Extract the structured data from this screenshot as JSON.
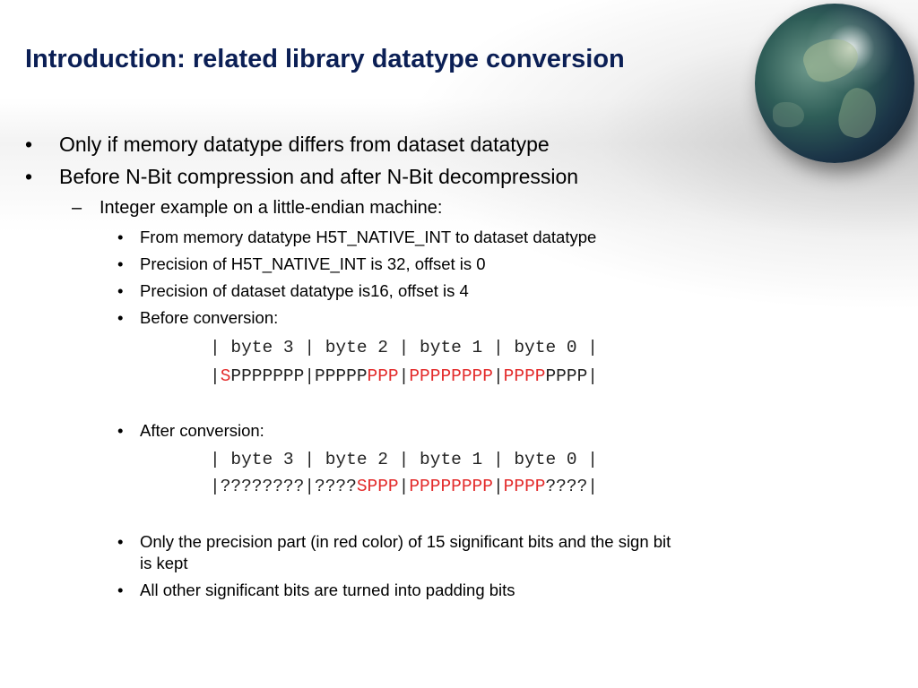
{
  "slide": {
    "title": "Introduction: related library datatype conversion",
    "bullets_l1": [
      "Only if memory datatype differs from dataset datatype",
      "Before N-Bit compression and after N-Bit decompression"
    ],
    "sub_l2": "Integer example on a little-endian machine:",
    "items_l3": [
      "From memory datatype H5T_NATIVE_INT to dataset datatype",
      "Precision of H5T_NATIVE_INT is 32, offset is 0",
      "Precision of dataset datatype is16, offset is 4",
      "Before conversion:"
    ],
    "before": {
      "header": "| byte 3 | byte 2 | byte 1 | byte 0 |",
      "bits": [
        {
          "t": "|",
          "r": false
        },
        {
          "t": "S",
          "r": true
        },
        {
          "t": "PPPPPPP|PPPPP",
          "r": false
        },
        {
          "t": "PPP",
          "r": true
        },
        {
          "t": "|",
          "r": false
        },
        {
          "t": "PPPPPPPP",
          "r": true
        },
        {
          "t": "|",
          "r": false
        },
        {
          "t": "PPPP",
          "r": true
        },
        {
          "t": "PPPP|",
          "r": false
        }
      ]
    },
    "after_label": "After conversion:",
    "after": {
      "header": "| byte 3 | byte 2 | byte 1 | byte 0 |",
      "bits": [
        {
          "t": "|????????|????",
          "r": false
        },
        {
          "t": "SPPP",
          "r": true
        },
        {
          "t": "|",
          "r": false
        },
        {
          "t": "PPPPPPPP",
          "r": true
        },
        {
          "t": "|",
          "r": false
        },
        {
          "t": "PPPP",
          "r": true
        },
        {
          "t": "????|",
          "r": false
        }
      ]
    },
    "final_items": [
      "Only the precision part (in red color) of 15 significant bits and the sign bit",
      "is kept",
      "All other significant bits are turned into padding bits"
    ],
    "bullet_l1": "•",
    "bullet_l2": "–",
    "bullet_l3": "•",
    "colors": {
      "title": "#0b1f55",
      "highlight": "#e32b2b"
    }
  }
}
